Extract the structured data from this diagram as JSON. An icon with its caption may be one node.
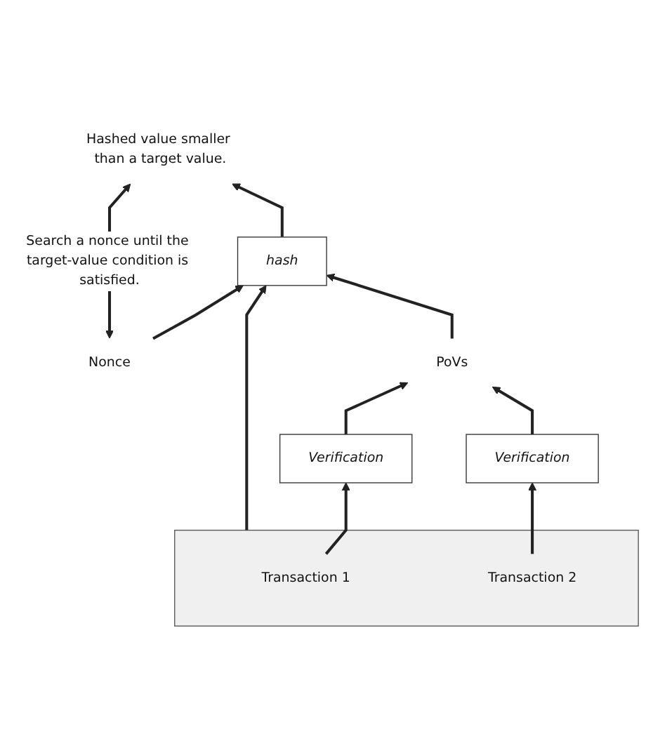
{
  "diagram": {
    "nodes": [
      {
        "text": [
          "Nonce"
        ]
      },
      {
        "text": [
          "hash"
        ]
      },
      {
        "text": [
          "Hashed value smaller than a target value."
        ]
      },
      {
        "text": [
          "PoVs"
        ]
      },
      {
        "text": [],
        "shape": "box"
      },
      {
        "text": [
          "Transaction 1"
        ],
        "in": 4
      },
      {
        "text": [
          "Transaction 2"
        ],
        "in": 4
      },
      {
        "text": [
          "Verification"
        ]
      },
      {
        "text": [
          "Verification"
        ]
      }
    ],
    "edges": [
      {
        "from": 0,
        "to": 1,
        "arrow": "to"
      },
      {
        "from": 4,
        "to": 1,
        "arrow": "to"
      },
      {
        "from": 1,
        "to": 2,
        "arrow": "to"
      },
      {
        "from": 3,
        "to": 1,
        "arrow": "to"
      },
      {
        "from": 5,
        "to": 7,
        "arrow": "to"
      },
      {
        "from": 6,
        "to": 8,
        "arrow": "to"
      },
      {
        "from": 7,
        "to": 3,
        "arrow": "to"
      },
      {
        "from": 8,
        "to": 3,
        "arrow": "to"
      },
      {
        "from": 0,
        "to": 2,
        "arrow": "both",
        "label": "Search a nonce until the target-value condition is satisfied."
      }
    ]
  }
}
